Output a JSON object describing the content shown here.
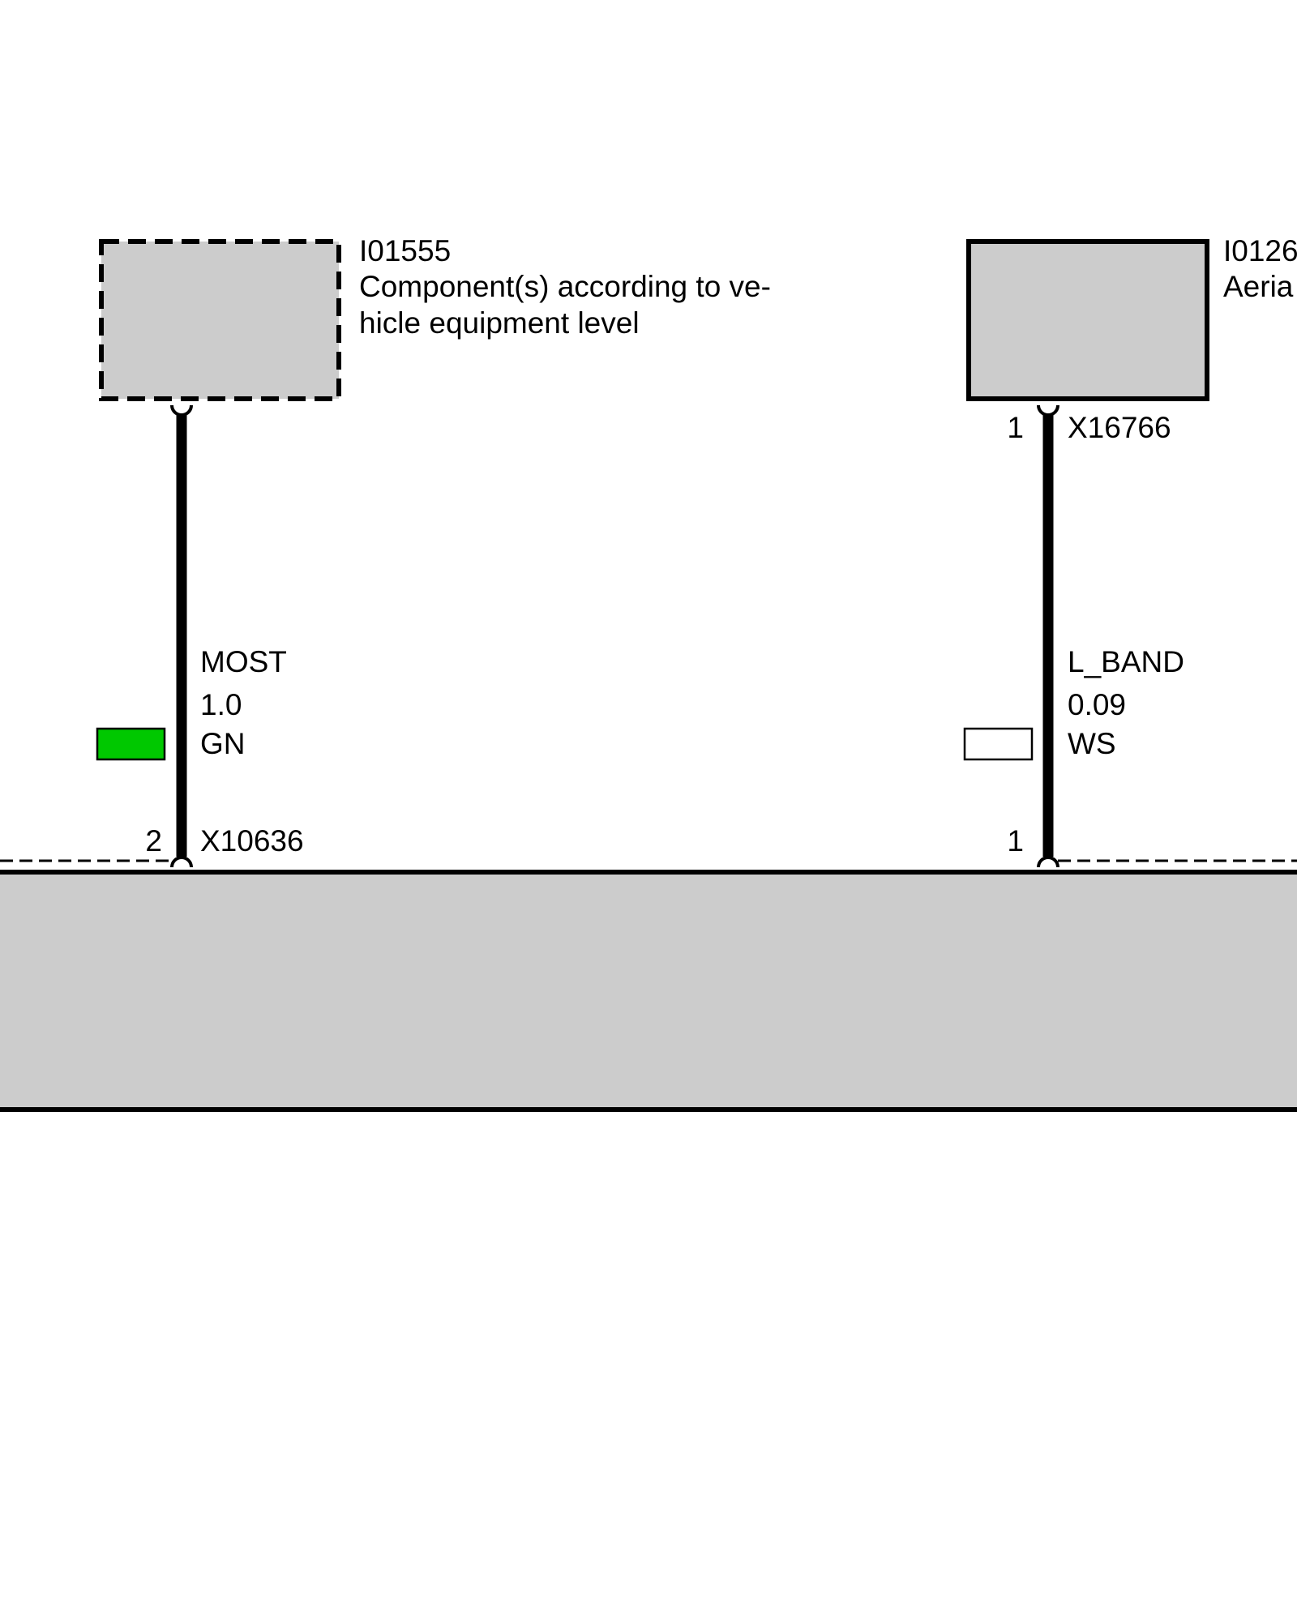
{
  "colors": {
    "component_fill": "#cccccc",
    "line": "#000000",
    "background": "#ffffff"
  },
  "components": {
    "left": {
      "id": "I01555",
      "description_line1": "Component(s) according to ve-",
      "description_line2": "hicle equipment level",
      "style": "dashed"
    },
    "right": {
      "id": "I0126",
      "description_line1": "Aeria",
      "style": "solid"
    }
  },
  "connectors": {
    "left_bottom": {
      "pin": "2",
      "id": "X10636"
    },
    "right_top": {
      "pin": "1",
      "id": "X16766"
    },
    "right_bottom": {
      "pin": "1"
    }
  },
  "wires": {
    "left": {
      "signal": "MOST",
      "cross_section": "1.0",
      "color_code": "GN",
      "swatch_color": "#00c800"
    },
    "right": {
      "signal": "L_BAND",
      "cross_section": "0.09",
      "color_code": "WS",
      "swatch_color": "#ffffff"
    }
  }
}
